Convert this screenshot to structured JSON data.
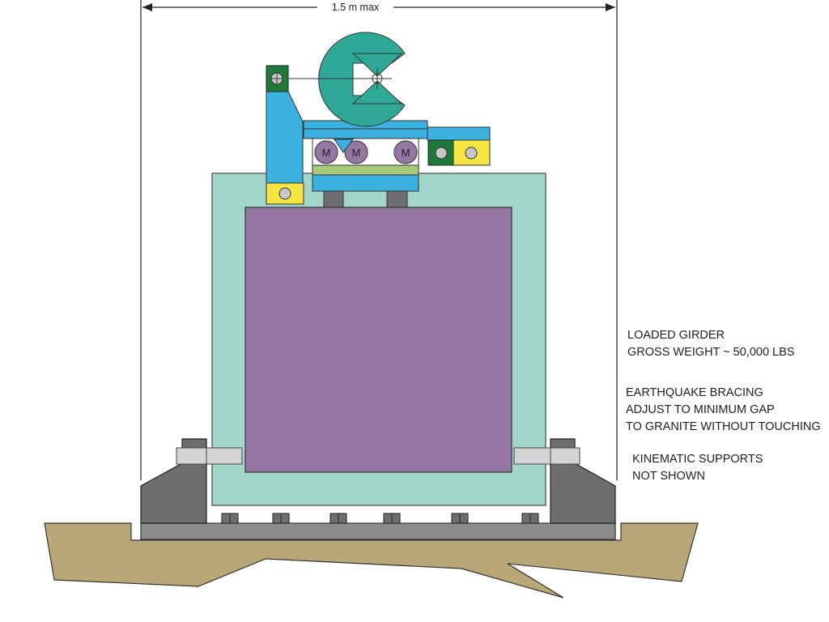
{
  "dimension": {
    "label": "1.5 m max"
  },
  "motor_label": "M",
  "annotations": {
    "girder": [
      "LOADED GIRDER",
      "GROSS WEIGHT ~ 50,000 LBS"
    ],
    "bracing": [
      "EARTHQUAKE BRACING",
      "ADJUST TO MINIMUM GAP",
      "TO GRANITE WITHOUT TOUCHING"
    ],
    "supports": [
      "KINEMATIC SUPPORTS",
      "NOT SHOWN"
    ]
  },
  "colors": {
    "girder": "#9677A3",
    "granite": "#A3D6CB",
    "teal_component": "#2FA898",
    "blue_bracket": "#3BB1E0",
    "dark_green_block": "#1F7A3A",
    "yellow_block": "#F4E542",
    "light_green_plate": "#A7C97B",
    "steel_gray": "#6E6E6E",
    "base_plate": "#8C8C8C",
    "ground": "#B8A877"
  }
}
